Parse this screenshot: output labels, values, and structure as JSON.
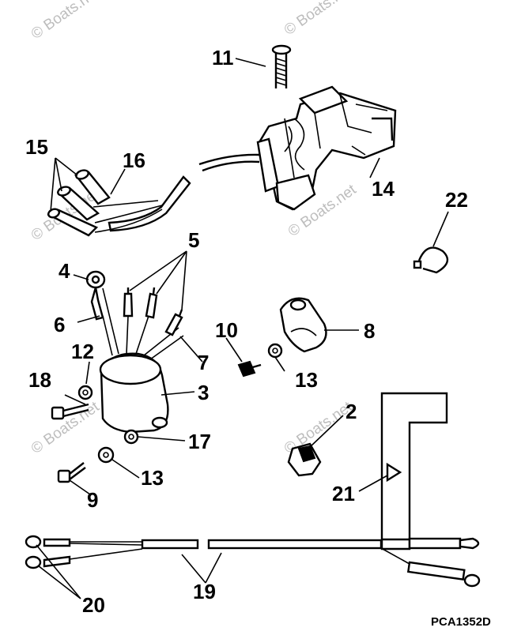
{
  "diagram": {
    "callouts": [
      "11",
      "15",
      "16",
      "14",
      "22",
      "5",
      "4",
      "6",
      "10",
      "8",
      "12",
      "7",
      "18",
      "13",
      "3",
      "2",
      "17",
      "13",
      "9",
      "21",
      "19",
      "20"
    ],
    "drawing_code": "PCA1352D",
    "watermark": "© Boats.net"
  }
}
